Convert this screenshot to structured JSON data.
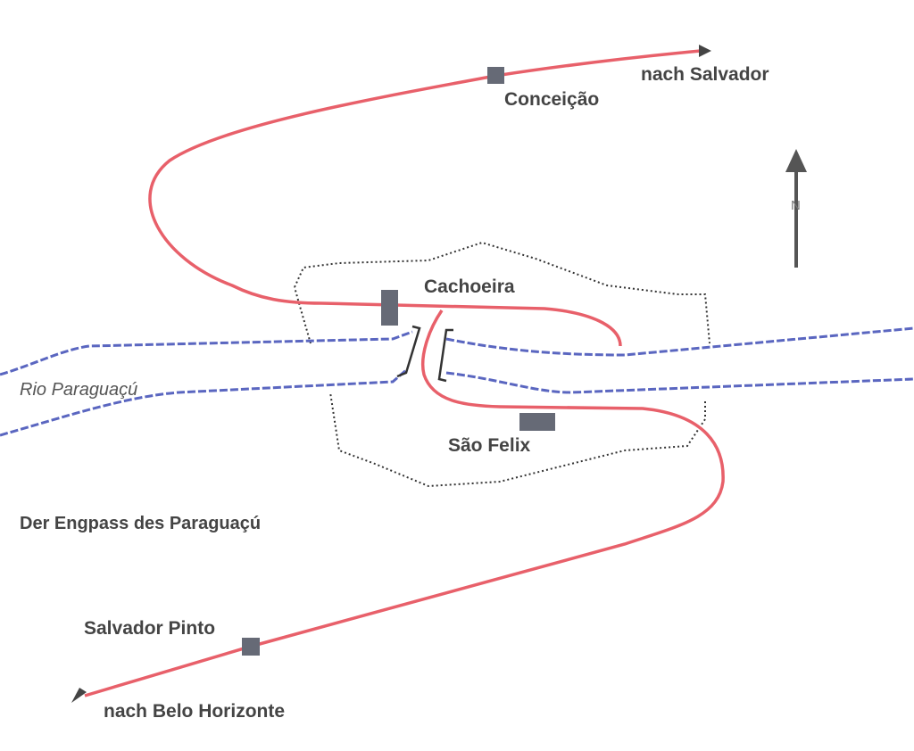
{
  "map": {
    "title": "Der Engpass des Paraguaçú",
    "north_label": "N",
    "river": "Rio Paraguaçú",
    "places": {
      "conceicao": "Conceição",
      "cachoeira": "Cachoeira",
      "sao_felix": "São Felix",
      "salvador_pinto": "Salvador Pinto"
    },
    "directions": {
      "to_salvador": "nach Salvador",
      "to_belo_horizonte": "nach Belo Horizonte"
    },
    "colors": {
      "road": "#e8606a",
      "river": "#5a66c0",
      "town": "#666a76",
      "outline": "#333333"
    }
  }
}
